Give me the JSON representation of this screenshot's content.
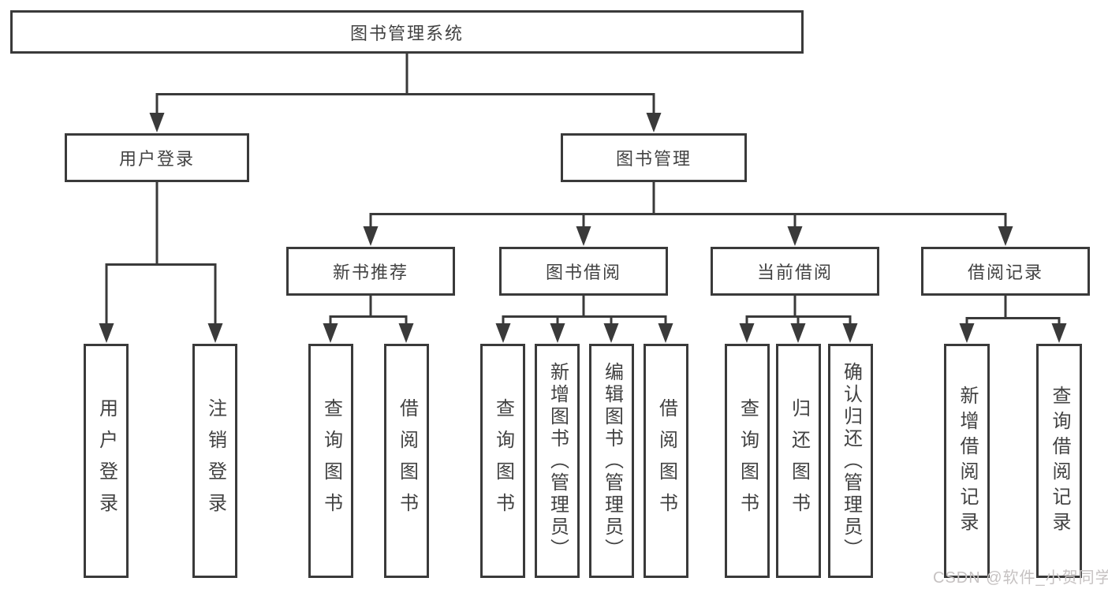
{
  "diagram": {
    "title": "图书管理系统",
    "watermark": "CSDN @软件_小贺同学",
    "colors": {
      "line": "#3a3a3a",
      "box_border": "#3a3a3a",
      "text": "#424242",
      "background": "#ffffff",
      "watermark": "#c6c2c2"
    },
    "root": {
      "label": "图书管理系统"
    },
    "level2": [
      {
        "label": "用户登录"
      },
      {
        "label": "图书管理"
      }
    ],
    "level3": [
      {
        "label": "新书推荐",
        "parent": "图书管理"
      },
      {
        "label": "图书借阅",
        "parent": "图书管理"
      },
      {
        "label": "当前借阅",
        "parent": "图书管理"
      },
      {
        "label": "借阅记录",
        "parent": "图书管理"
      }
    ],
    "leaves": [
      {
        "label": "用户登录",
        "parent": "用户登录"
      },
      {
        "label": "注销登录",
        "parent": "用户登录"
      },
      {
        "label": "查询图书",
        "parent": "新书推荐"
      },
      {
        "label": "借阅图书",
        "parent": "新书推荐"
      },
      {
        "label": "查询图书",
        "parent": "图书借阅"
      },
      {
        "label": "新增图书（管理员）",
        "parent": "图书借阅"
      },
      {
        "label": "编辑图书（管理员）",
        "parent": "图书借阅"
      },
      {
        "label": "借阅图书",
        "parent": "图书借阅"
      },
      {
        "label": "查询图书",
        "parent": "当前借阅"
      },
      {
        "label": "归还图书",
        "parent": "当前借阅"
      },
      {
        "label": "确认归还（管理员）",
        "parent": "当前借阅"
      },
      {
        "label": "新增借阅记录",
        "parent": "借阅记录"
      },
      {
        "label": "查询借阅记录",
        "parent": "借阅记录"
      }
    ]
  }
}
